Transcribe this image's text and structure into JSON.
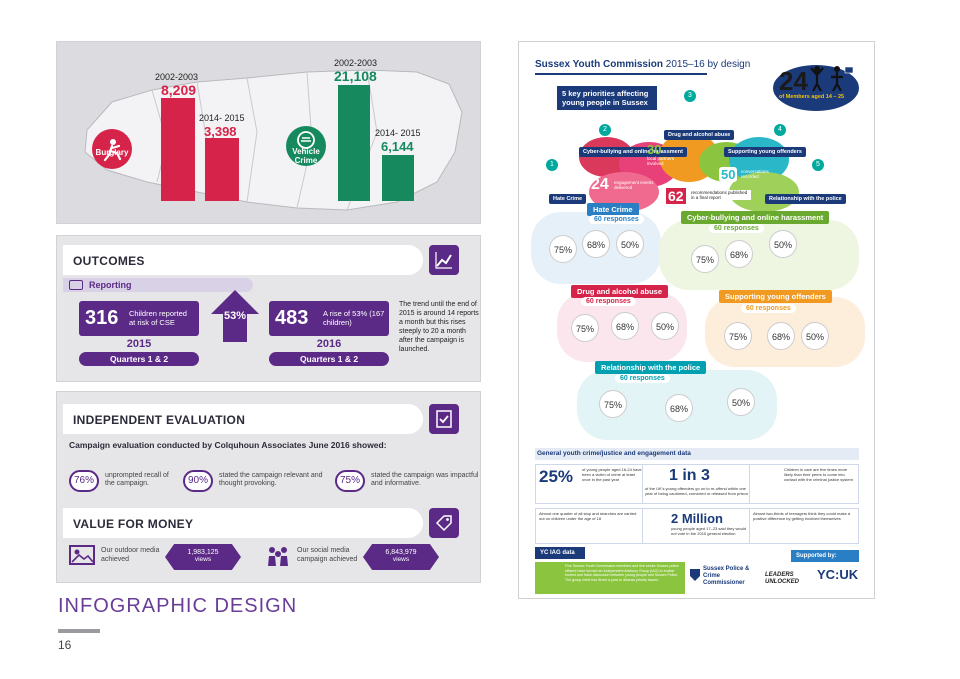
{
  "map": {
    "burglary": {
      "label": "Burglary",
      "y1_label": "2002-2003",
      "y1_value": "8,209",
      "y2_label": "2014- 2015",
      "y2_value": "3,398"
    },
    "vehicle": {
      "label": "Vehicle Crime",
      "y1_label": "2002-2003",
      "y1_value": "21,108",
      "y2_label": "2014- 2015",
      "y2_value": "6,144"
    }
  },
  "outcomes": {
    "title": "OUTCOMES",
    "reporting_label": "Reporting",
    "stat1": {
      "value": "316",
      "desc": "Children reported at risk of CSE",
      "year": "2015",
      "quarter": "Quarters 1 & 2"
    },
    "change": "53%",
    "stat2": {
      "value": "483",
      "desc": "A rise of 53% (167 children)",
      "year": "2016",
      "quarter": "Quarters 1 & 2"
    },
    "note": "The trend until the end of 2015 is around 14 reports a month but this rises steeply to 20 a month after the campaign is launched."
  },
  "evaluation": {
    "title": "INDEPENDENT EVALUATION",
    "subtitle": "Campaign evaluation conducted by Colquhoun Associates June 2016 showed:",
    "items": [
      {
        "pct": "76%",
        "text": "unprompted recall of the campaign."
      },
      {
        "pct": "90%",
        "text": "stated the campaign relevant and thought provoking."
      },
      {
        "pct": "75%",
        "text": "stated the campaign was impactful and informative."
      }
    ],
    "vfm_title": "VALUE FOR MONEY",
    "outdoor_label": "Our outdoor media achieved",
    "outdoor_value": "1,983,125",
    "outdoor_unit": "views",
    "social_label": "Our social media campaign achieved",
    "social_value": "6,843,979",
    "social_unit": "views"
  },
  "footer": {
    "title": "INFOGRAPHIC DESIGN",
    "page": "16"
  },
  "right": {
    "title_bold": "Sussex Youth Commission",
    "title_rest": " 2015–16 by design",
    "priorities": "5 key priorities affecting young people in Sussex",
    "members_num": "24",
    "members_text": "of Members aged 14 – 25",
    "tags": {
      "t3": "Drug and alcohol abuse",
      "t2": "Cyber-bullying and online harassment",
      "t4": "Supporting young offenders",
      "t1": "Hate Crime",
      "t5": "Relationship with the police"
    },
    "n30": "30",
    "n30_text": "local partners involved",
    "n50": "50",
    "n50_text": "conversations recorded",
    "n24": "24",
    "n24_text": "engagement events delivered",
    "n62": "62",
    "n62_text": "recommendations published in a final report",
    "sections": {
      "hate": {
        "title": "Hate Crime",
        "responses": "60 responses",
        "p": [
          "75%",
          "68%",
          "50%"
        ]
      },
      "cyber": {
        "title": "Cyber-bullying and online harassment",
        "responses": "60 responses",
        "p": [
          "75%",
          "68%",
          "50%"
        ]
      },
      "drug": {
        "title": "Drug and alcohol abuse",
        "responses": "60 responses",
        "p": [
          "75%",
          "68%",
          "50%"
        ]
      },
      "support": {
        "title": "Supporting young offenders",
        "responses": "60 responses",
        "p": [
          "75%",
          "68%",
          "50%"
        ]
      },
      "police": {
        "title": "Relationship with the police",
        "responses": "60 responses",
        "p": [
          "75%",
          "68%",
          "50%"
        ]
      }
    },
    "general_title": "General youth crime/justice and engagement data",
    "g1_big": "25%",
    "g1_text": "of young people aged 16-24 have been a victim of crime at least once in the past year",
    "g2_big": "1 in 3",
    "g2_text": "of the UK's young offenders go on to re-offend within one year of being cautioned, convicted or released from prison",
    "g3_text": "Children in care are five times more likely than their peers to come into contact with the criminal justice system",
    "g4_text": "Almost one quarter of all stop and searches are carried out on children under the age of 18",
    "g5_big": "2 Million",
    "g5_text": "young people aged 17–23 said they would not vote in the 2015 general election",
    "g6_text": "Almost two-thirds of teenagers think they could make a positive difference by getting involved themselves",
    "yc_title": "YC IAG data",
    "yc_text": "Five Sussex Youth Commission members and five senior Sussex police officers have formed an Independent Advisory Group (IAG) to enable honest and frank discussion between young people and Sussex Police. The group meet four times a year to discuss priority issues.",
    "supported": "Supported by:",
    "logo1": "Sussex Police & Crime Commissioner",
    "logo2": "LEADERS UNLOCKED",
    "logo3": "YC:UK"
  }
}
